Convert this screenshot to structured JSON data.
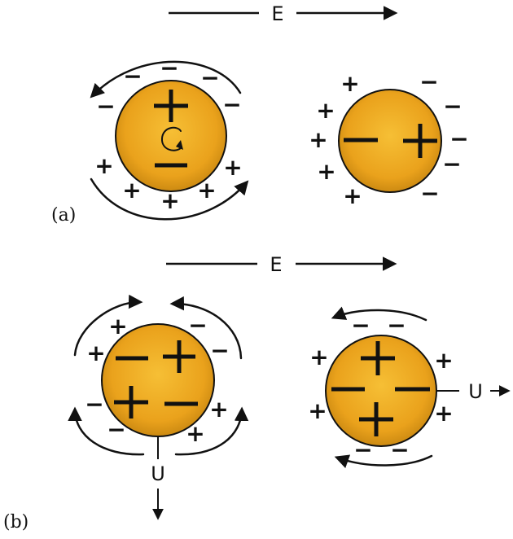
{
  "field_label": "E",
  "velocity_label": "U",
  "panels": [
    {
      "label": "(a)"
    },
    {
      "label": "(b)"
    }
  ],
  "charges": {
    "plus": "+",
    "minus": "−"
  },
  "colors": {
    "sphere_center": "#f4b62a",
    "sphere_edge": "#cc8a12",
    "ink": "#111111"
  }
}
